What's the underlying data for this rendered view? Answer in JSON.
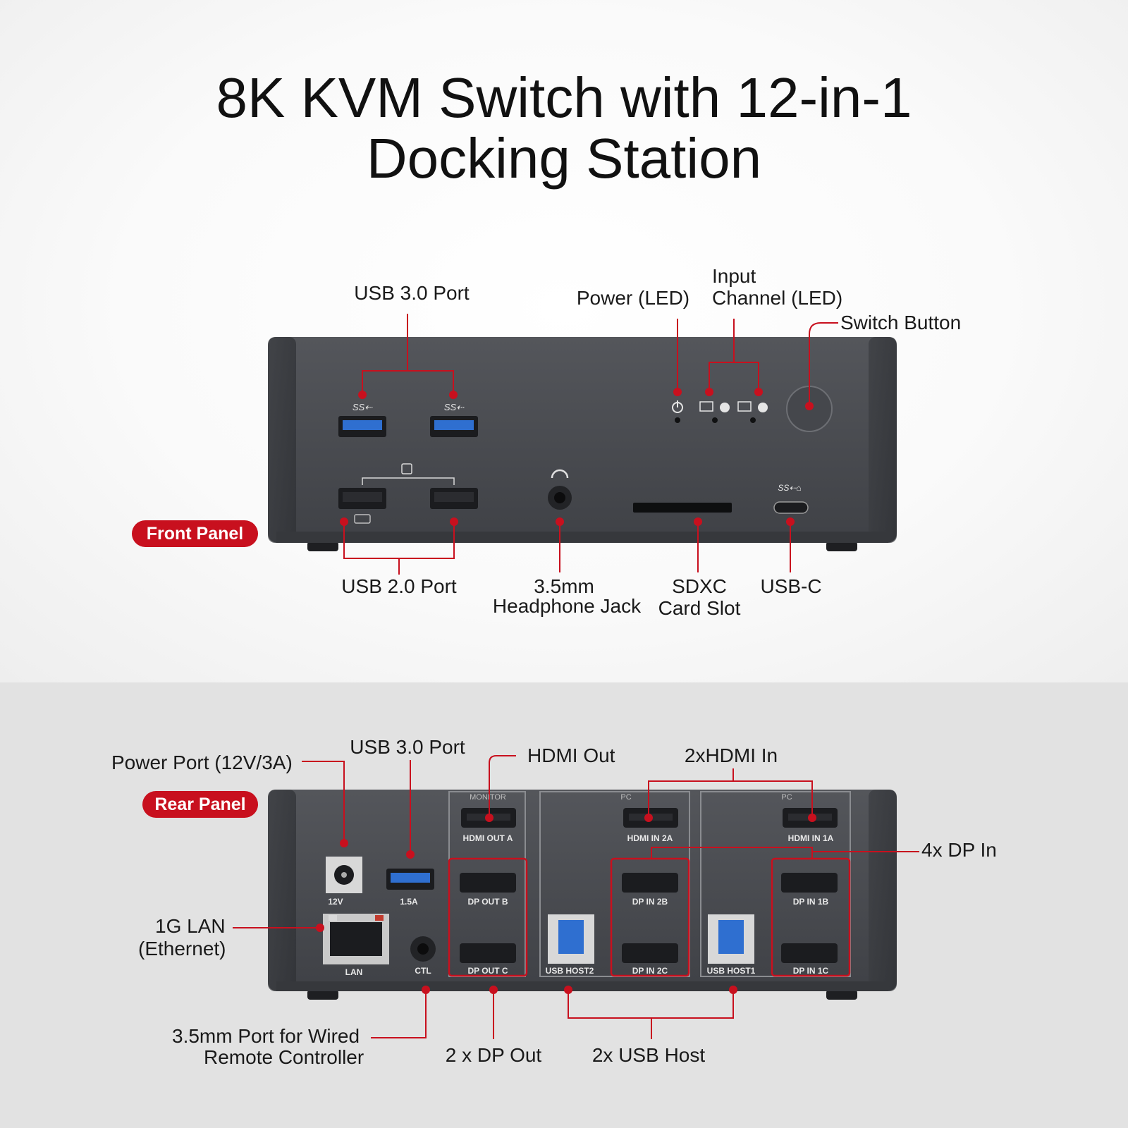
{
  "title": {
    "line1": "8K KVM Switch with 12-in-1",
    "line2": "Docking Station"
  },
  "front": {
    "badge": "Front Panel",
    "labels": {
      "usb30": "USB 3.0 Port",
      "power_led": "Power (LED)",
      "input_l1": "Input",
      "input_l2": "Channel (LED)",
      "switch": "Switch Button",
      "usb20": "USB 2.0 Port",
      "jack_l1": "3.5mm",
      "jack_l2": "Headphone Jack",
      "sd_l1": "SDXC",
      "sd_l2": "Card Slot",
      "usbc": "USB-C"
    },
    "icons": [
      "usb-ss-icon",
      "power-icon",
      "monitor-1-icon",
      "monitor-2-icon",
      "headphone-icon",
      "keyboard-icon",
      "mouse-icon",
      "usb-ss-charge-icon",
      "wireless-icon"
    ]
  },
  "rear": {
    "badge": "Rear Panel",
    "labels": {
      "power_port": "Power Port (12V/3A)",
      "usb30": "USB 3.0 Port",
      "hdmi_out": "HDMI Out",
      "hdmi_in": "2xHDMI In",
      "dp_in": "4x DP In",
      "lan_l1": "1G LAN",
      "lan_l2": "(Ethernet)",
      "ctl_l1": "3.5mm Port for Wired",
      "ctl_l2": "Remote Controller",
      "dp_out": "2 x DP Out",
      "usb_host": "2x USB Host"
    },
    "device_text": {
      "monitor": "MONITOR",
      "pc2": "PC",
      "pc1": "PC",
      "hdmi_out_a": "HDMI OUT A",
      "hdmi_in_2a": "HDMI IN 2A",
      "hdmi_in_1a": "HDMI IN 1A",
      "dp_out_b": "DP OUT B",
      "dp_out_c": "DP OUT C",
      "dp_in_2b": "DP IN 2B",
      "dp_in_2c": "DP IN 2C",
      "dp_in_1b": "DP IN 1B",
      "dp_in_1c": "DP IN 1C",
      "usb_host2": "USB HOST2",
      "usb_host1": "USB HOST1",
      "v12": "12V",
      "a15": "1.5A",
      "lan": "LAN",
      "ctl": "CTL"
    }
  },
  "colors": {
    "accent": "#c8101e",
    "device": "#4a4c51",
    "usb_blue": "#2f6fd0"
  }
}
